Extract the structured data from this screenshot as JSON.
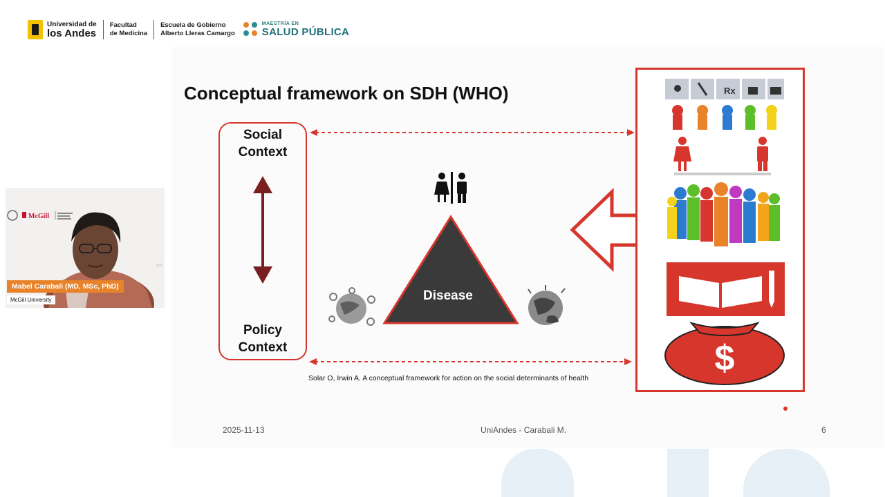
{
  "header": {
    "university_line1": "Universidad de",
    "university_line2": "los Andes",
    "faculty_line1": "Facultad",
    "faculty_line2": "de Medicina",
    "school_line1": "Escuela de Gobierno",
    "school_line2": "Alberto Lleras Camargo",
    "program_line1": "MAESTRÍA EN",
    "program_line2": "SALUD PÚBLICA"
  },
  "slide": {
    "title": "Conceptual framework on SDH (WHO)",
    "social_context_line1": "Social",
    "social_context_line2": "Context",
    "policy_context_line1": "Policy",
    "policy_context_line2": "Context",
    "disease_label": "Disease",
    "citation": "Solar O, Irwin A. A conceptual framework for action on the social determinants of health",
    "footer_date": "2025-11-13",
    "footer_center": "UniAndes - Carabali M.",
    "footer_page": "6"
  },
  "webcam": {
    "presenter_name": "Mabel Carabali (MD, MSc, PhD)",
    "presenter_org": "McGill University",
    "logo_text": "McGill"
  },
  "icons": [
    "university-logo",
    "public-health-logo",
    "restroom-icon",
    "virus-globe-icon",
    "globe-icon",
    "health-services-icons",
    "gender-icons",
    "population-icon",
    "education-icon",
    "money-bag-icon"
  ],
  "colors": {
    "accent": "#d6362c",
    "triangle": "#3a3a3a",
    "presenter_badge": "#e8832a"
  }
}
